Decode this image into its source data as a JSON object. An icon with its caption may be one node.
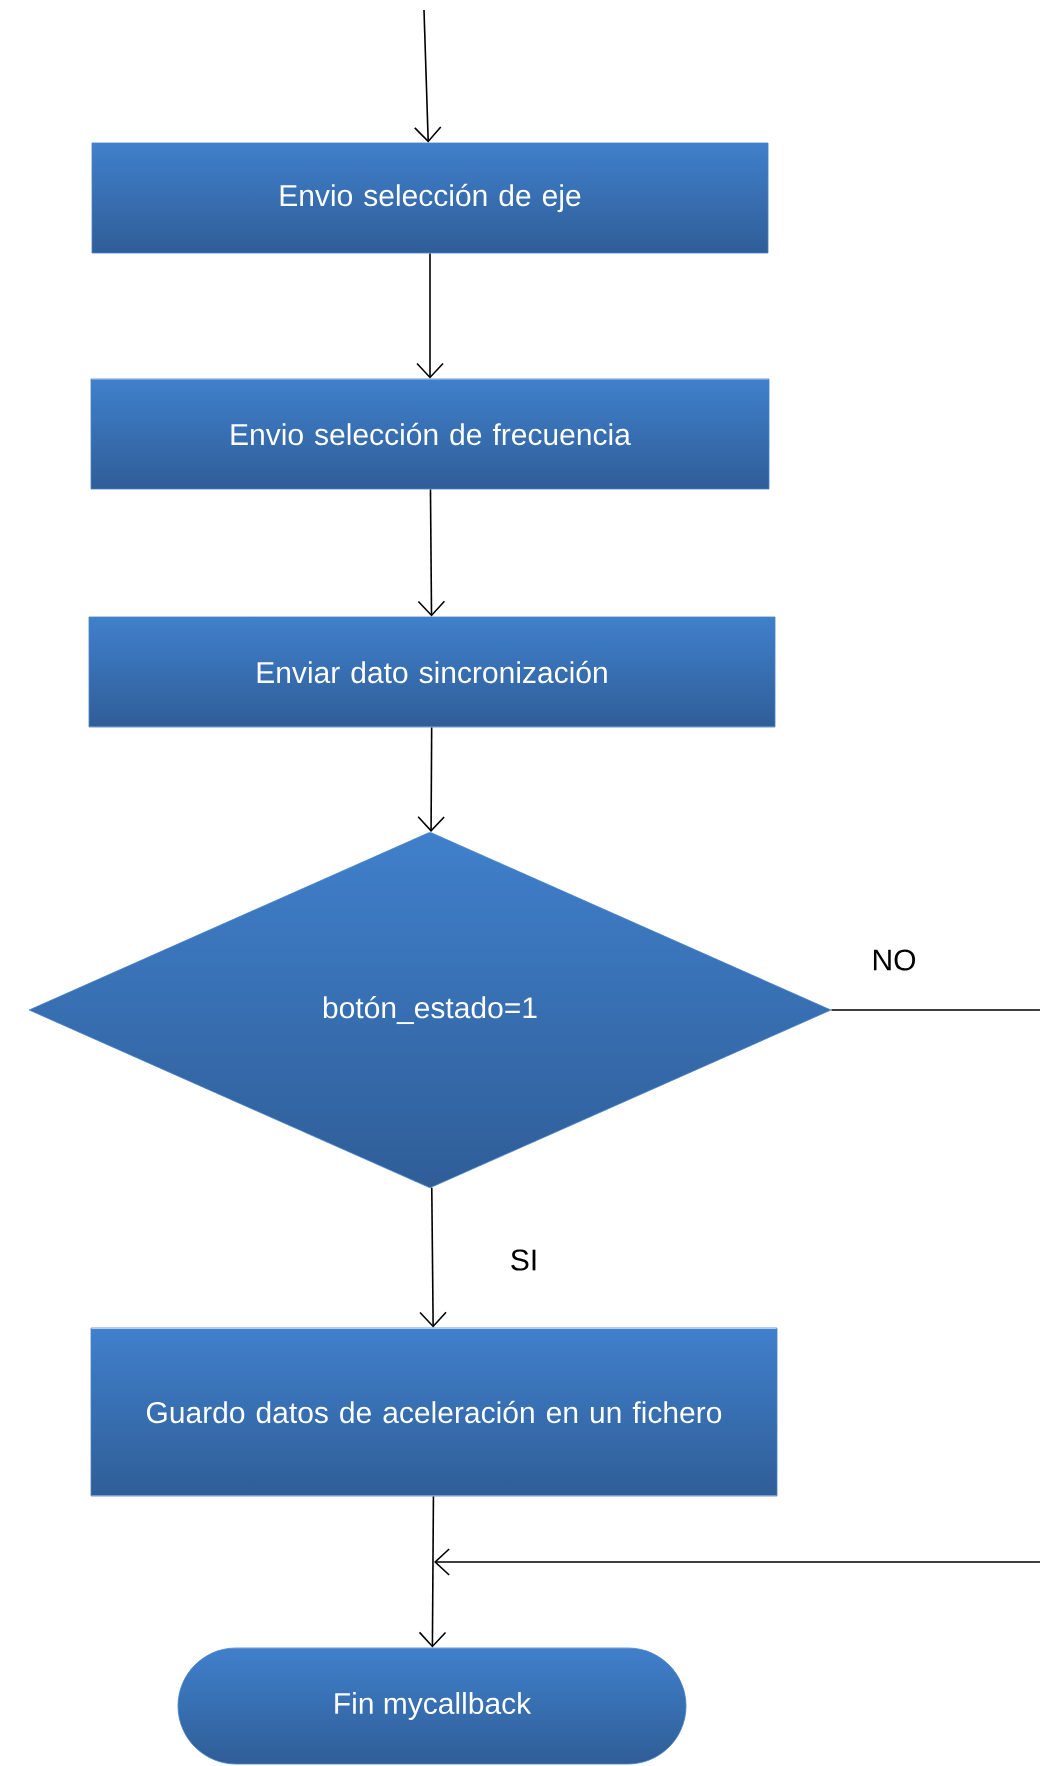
{
  "diagram": {
    "nodes": [
      {
        "text": [
          "Envio selección de eje"
        ]
      },
      {
        "text": [
          "Envio selección de frecuencia"
        ]
      },
      {
        "text": [
          "Enviar dato sincronización"
        ]
      },
      {
        "text": [
          "botón_estado=1"
        ]
      },
      {
        "text": [
          "Guardo datos de aceleración en un fichero"
        ]
      },
      {
        "text": [
          "Fin mycallback"
        ]
      }
    ],
    "edges": [
      {
        "from": null,
        "to": 0,
        "arrow": "to"
      },
      {
        "from": 0,
        "to": 1,
        "arrow": "to"
      },
      {
        "from": 1,
        "to": 2,
        "arrow": "to"
      },
      {
        "from": 2,
        "to": 3,
        "arrow": "to"
      },
      {
        "from": 3,
        "to": 4,
        "arrow": "to",
        "label": "SI"
      },
      {
        "from": 4,
        "to": 5,
        "arrow": "to"
      },
      {
        "from": 3,
        "to": null,
        "arrow": "none",
        "label": "NO"
      },
      {
        "from": null,
        "to": 5,
        "arrow": "to"
      }
    ]
  }
}
